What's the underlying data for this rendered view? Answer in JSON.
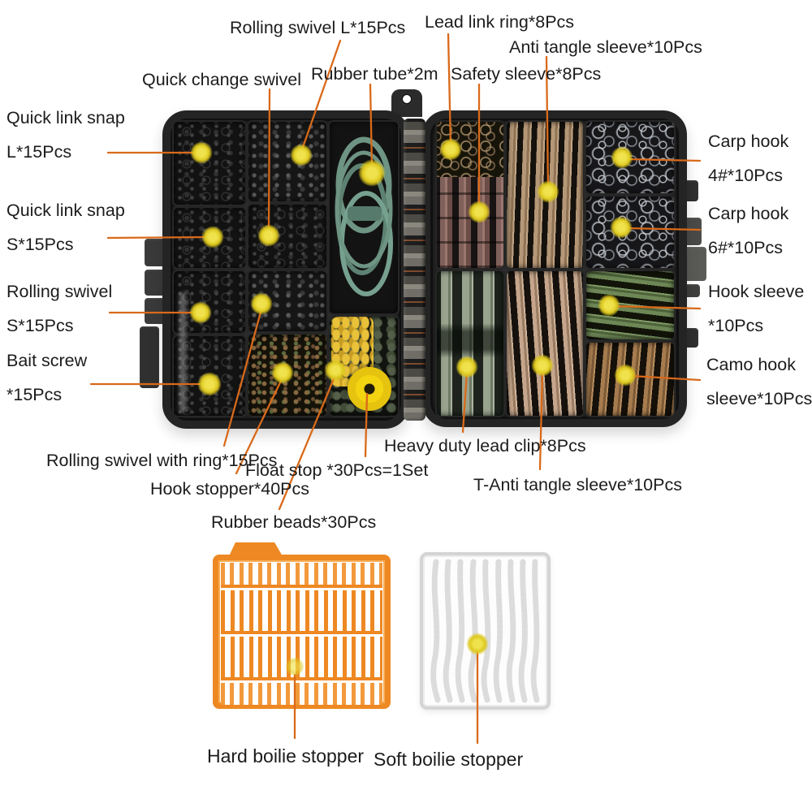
{
  "product": {
    "scene": "carp fishing tackle accessories box infographic",
    "colors": {
      "background": "#ffffff",
      "text": "#1c1c1c",
      "callout_line": "#d96a1a",
      "marker_dot": "#ddc81f",
      "box_body": "#242424",
      "hinge_metal": "#6f6d66",
      "rubber_tube_green": "#6e9484",
      "anti_tangle_tan": "#b59877",
      "safety_sleeve_brown": "#80605a",
      "carp_hook_silver": "#c6cbd2",
      "lead_clip_green": "#98a38d",
      "hook_sleeve_green": "#6d8756",
      "camo_sleeve_brown": "#a67c4f",
      "float_stop_gold": "#e9c23a",
      "float_disc_yellow": "#f2d411",
      "rubber_bead_olive": "#55614a",
      "hard_stopper_orange": "#ee8822",
      "soft_stopper_gray": "#d4d4d4"
    }
  },
  "labels": {
    "rolling_swivel_l": "Rolling swivel L*15Pcs",
    "quick_change_swivel": "Quick change swivel",
    "rubber_tube": "Rubber tube*2m",
    "lead_link_ring": "Lead link ring*8Pcs",
    "anti_tangle_sleeve": "Anti tangle sleeve*10Pcs",
    "safety_sleeve": "Safety sleeve*8Pcs",
    "quick_link_snap_l": {
      "line1": "Quick link snap",
      "line2": "L*15Pcs"
    },
    "quick_link_snap_s": {
      "line1": "Quick link snap",
      "line2": "S*15Pcs"
    },
    "rolling_swivel_s": {
      "line1": "Rolling swivel",
      "line2": "S*15Pcs"
    },
    "bait_screw": {
      "line1": "Bait screw",
      "line2": "*15Pcs"
    },
    "carp_hook_4": {
      "line1": "Carp hook",
      "line2": "4#*10Pcs"
    },
    "carp_hook_6": {
      "line1": "Carp hook",
      "line2": "6#*10Pcs"
    },
    "hook_sleeve": {
      "line1": "Hook sleeve",
      "line2": "*10Pcs"
    },
    "camo_hook_sleeve": {
      "line1": "Camo hook",
      "line2": "sleeve*10Pcs"
    },
    "rolling_swivel_with_ring": "Rolling swivel with ring*15Pcs",
    "heavy_duty_lead_clip": "Heavy duty lead clip*8Pcs",
    "float_stop": "Float stop *30Pcs=1Set",
    "hook_stopper": "Hook stopper*40Pcs",
    "t_anti_tangle_sleeve": "T-Anti tangle sleeve*10Pcs",
    "rubber_beads": "Rubber beads*30Pcs",
    "hard_boilie_stopper": "Hard boilie stopper",
    "soft_boilie_stopper": "Soft boilie stopper"
  }
}
